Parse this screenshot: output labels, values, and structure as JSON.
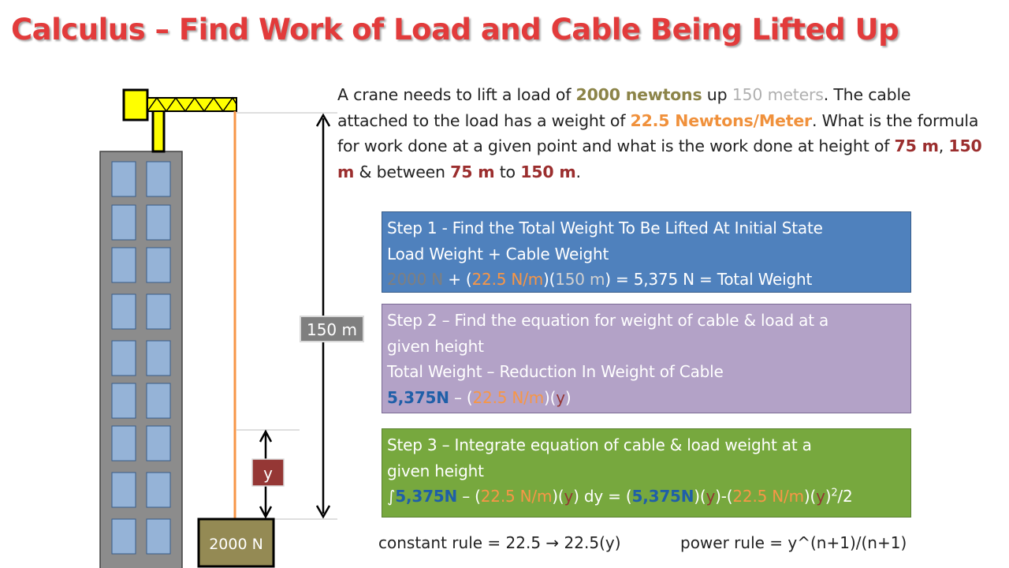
{
  "title": "Calculus – Find Work of Load and Cable Being Lifted Up",
  "problem": {
    "p1": "A crane needs to lift a load of ",
    "load": "2000 newtons",
    "p2": " up ",
    "height": "150 meters",
    "p3": ". The cable attached to the load has a weight of ",
    "cable": "22.5 Newtons/Meter",
    "p4": ". What is the formula for work done at a given point and what is the work done at height of ",
    "h1": "75 m",
    "p5": ", ",
    "h2": "150 m",
    "p6": " & between ",
    "h3": "75 m",
    "p7": " to ",
    "h4": "150 m",
    "p8": "."
  },
  "step1": {
    "heading": "Step 1 - Find the Total Weight To Be Lifted At Initial State",
    "subheading": "Load Weight + Cable Weight",
    "eq_load": "2000 N",
    "eq_plus": " + (",
    "eq_rate": "22.5 N/m",
    "eq_mid": ")(",
    "eq_height": "150 m",
    "eq_end": ") = 5,375 N = Total Weight"
  },
  "step2": {
    "heading": "Step 2 – Find the equation for weight of cable & load at a",
    "heading2": "given height",
    "subheading": "Total Weight – Reduction In Weight of Cable",
    "eq_total": "5,375N",
    "eq_minus": " – (",
    "eq_rate": "22.5 N/m",
    "eq_mid": ")(",
    "eq_y": "y",
    "eq_end": ")"
  },
  "step3": {
    "heading": "Step 3 – Integrate equation of cable & load weight at a",
    "heading2": "given height",
    "eq_int": "∫",
    "eq_total": "5,375N",
    "eq_minus": " – (",
    "eq_rate": "22.5 N/m",
    "eq_mid": ")(",
    "eq_y": "y",
    "eq_dy": ") dy = (",
    "eq_total2": "5,375N",
    "eq_mid2": ")(",
    "eq_y2": "y",
    "eq_sep": ")-(",
    "eq_rate2": "22.5 N/m",
    "eq_mid3": ")(",
    "eq_y3": "y",
    "eq_close": ")",
    "eq_exp": "2",
    "eq_div": "/2"
  },
  "rules": {
    "constant": "constant rule = 22.5 → 22.5(y)",
    "power": "power rule = y^(n+1)/(n+1)"
  },
  "diagram": {
    "height_label": "150 m",
    "y_label": "y",
    "load_label": "2000 N"
  },
  "colors": {
    "title": "#e23b3b",
    "building": "#8c8c8c",
    "window": "#95b3d7",
    "crane": "#ffff00",
    "cable": "#f79646",
    "load_box": "#948a54",
    "y_box": "#953735"
  }
}
